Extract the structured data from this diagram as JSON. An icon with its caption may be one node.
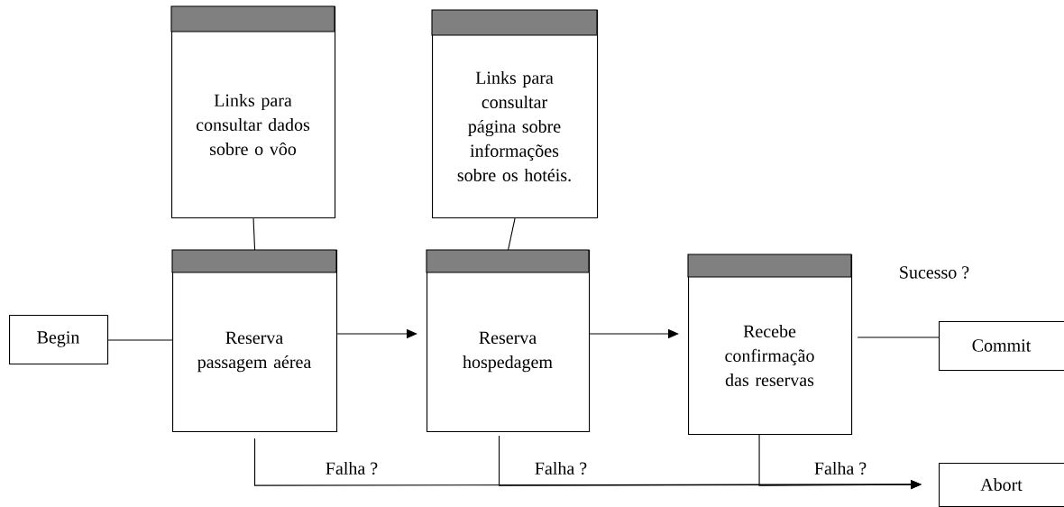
{
  "diagram": {
    "nodes": [
      {
        "text": [
          "Begin"
        ]
      },
      {
        "text": [
          "Links para consultar dados sobre o vôo"
        ]
      },
      {
        "text": [
          "Links para consultar página sobre informações sobre os hotéis."
        ]
      },
      {
        "text": [
          "Reserva passagem aérea"
        ]
      },
      {
        "text": [
          "Reserva hospedagem"
        ]
      },
      {
        "text": [
          "Recebe confirmação das reservas"
        ]
      },
      {
        "text": [
          "Commit"
        ]
      },
      {
        "text": [
          "Abort"
        ]
      }
    ],
    "edges": [
      {
        "from": 0,
        "to": 3,
        "arrow": "none"
      },
      {
        "from": 1,
        "to": 3,
        "arrow": "none"
      },
      {
        "from": 2,
        "to": 4,
        "arrow": "none"
      },
      {
        "from": 3,
        "to": 4,
        "arrow": "to"
      },
      {
        "from": 4,
        "to": 5,
        "arrow": "to"
      },
      {
        "from": 5,
        "to": 6,
        "arrow": "none"
      },
      {
        "from": 3,
        "to": 7,
        "arrow": "to",
        "label": "Falha ?"
      },
      {
        "from": 4,
        "to": 7,
        "arrow": "to",
        "label": "Falha ?"
      },
      {
        "from": 5,
        "to": 7,
        "arrow": "to",
        "label": "Falha ?"
      }
    ],
    "labels": [
      "Sucesso ?"
    ]
  }
}
